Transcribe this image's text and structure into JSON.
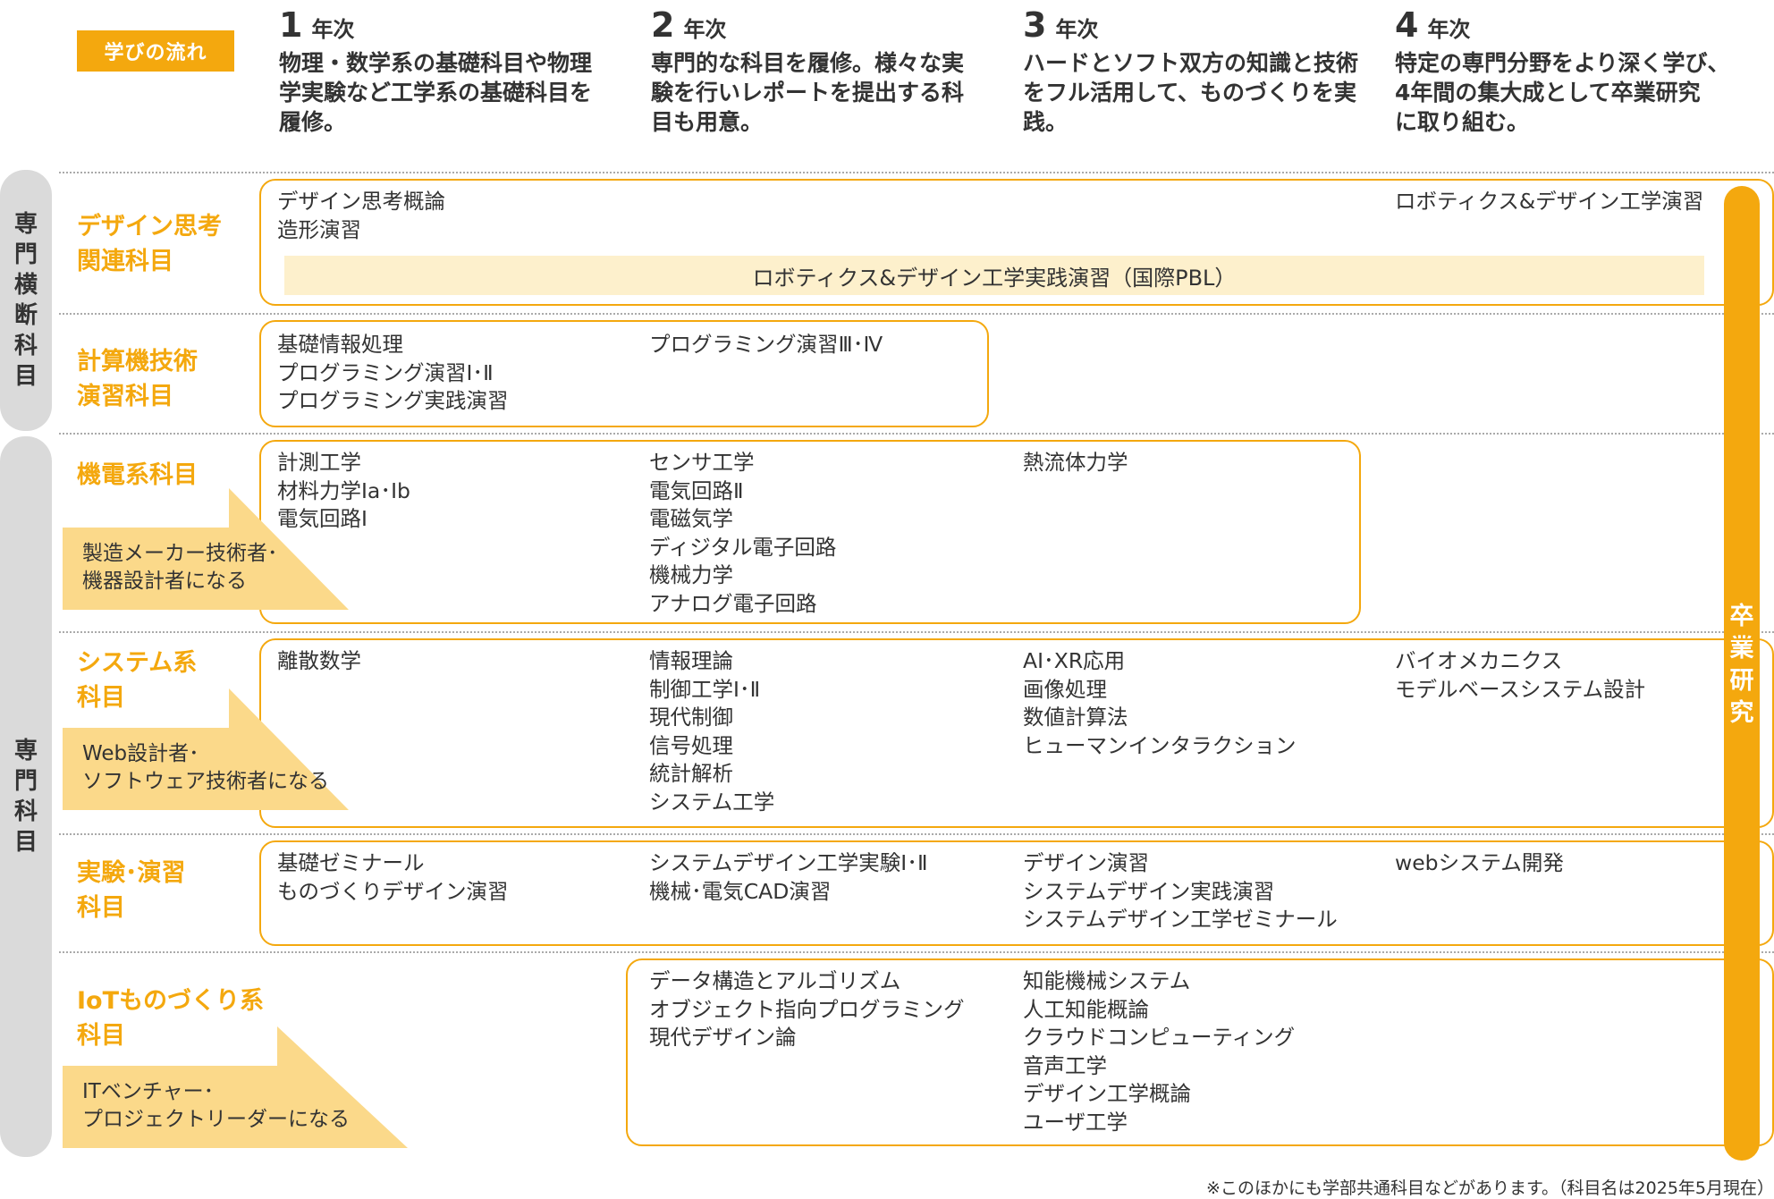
{
  "badge": "学びの流れ",
  "years": [
    {
      "num": "1",
      "label": "年次",
      "lines": [
        "物理・数学系の基礎科目や物理",
        "学実験など工学系の基礎科目を",
        "履修。"
      ]
    },
    {
      "num": "2",
      "label": "年次",
      "lines": [
        "専門的な科目を履修。様々な実",
        "験を行いレポートを提出する科",
        "目も用意。"
      ]
    },
    {
      "num": "3",
      "label": "年次",
      "lines": [
        "ハードとソフト双方の知識と技術",
        "をフル活用して、ものづくりを実践。"
      ]
    },
    {
      "num": "4",
      "label": "年次",
      "lines": [
        "特定の専門分野をより深く学び、",
        "4年間の集大成として卒業研究",
        "に取り組む。"
      ]
    }
  ],
  "groups": {
    "cross": [
      "専",
      "門",
      "横",
      "断",
      "科",
      "目"
    ],
    "specialized": [
      "専",
      "門",
      "科",
      "目"
    ]
  },
  "rows": {
    "design": {
      "label": [
        "デザイン思考",
        "関連科目"
      ],
      "y1": [
        "デザイン思考概論",
        "造形演習"
      ],
      "y4": [
        "ロボティクス&デザイン工学演習"
      ],
      "band": "ロボティクス&デザイン工学実践演習（国際PBL）"
    },
    "computing": {
      "label": [
        "計算機技術",
        "演習科目"
      ],
      "y1": [
        "基礎情報処理",
        "プログラミング演習Ⅰ･Ⅱ",
        "プログラミング実践演習"
      ],
      "y2": [
        "プログラミング演習Ⅲ･Ⅳ"
      ]
    },
    "mech": {
      "label": [
        "機電系科目"
      ],
      "career": [
        "製造メーカー技術者･",
        "機器設計者になる"
      ],
      "y1": [
        "計測工学",
        "材料力学Ⅰa･Ⅰb",
        "電気回路Ⅰ"
      ],
      "y2": [
        "センサ工学",
        "電気回路Ⅱ",
        "電磁気学",
        "ディジタル電子回路",
        "機械力学",
        "アナログ電子回路"
      ],
      "y3": [
        "熱流体力学"
      ]
    },
    "system": {
      "label": [
        "システム系",
        "科目"
      ],
      "career": [
        "Web設計者･",
        "ソフトウェア技術者になる"
      ],
      "y1": [
        "離散数学"
      ],
      "y2": [
        "情報理論",
        "制御工学Ⅰ･Ⅱ",
        "現代制御",
        "信号処理",
        "統計解析",
        "システム工学"
      ],
      "y3": [
        "AI･XR応用",
        "画像処理",
        "数値計算法",
        "ヒューマンインタラクション"
      ],
      "y4": [
        "バイオメカニクス",
        "モデルベースシステム設計"
      ]
    },
    "lab": {
      "label": [
        "実験･演習",
        "科目"
      ],
      "y1": [
        "基礎ゼミナール",
        "ものづくりデザイン演習"
      ],
      "y2": [
        "システムデザイン工学実験Ⅰ･Ⅱ",
        "機械･電気CAD演習"
      ],
      "y3": [
        "デザイン演習",
        "システムデザイン実践演習",
        "システムデザイン工学ゼミナール"
      ],
      "y4": [
        "webシステム開発"
      ]
    },
    "iot": {
      "label": [
        "IoTものづくり系",
        "科目"
      ],
      "career": [
        "ITベンチャー･",
        "プロジェクトリーダーになる"
      ],
      "y2": [
        "データ構造とアルゴリズム",
        "オブジェクト指向プログラミング",
        "現代デザイン論"
      ],
      "y3": [
        "知能機械システム",
        "人工知能概論",
        "クラウドコンピューティング",
        "音声工学",
        "デザイン工学概論",
        "ユーザ工学"
      ]
    }
  },
  "thesis": [
    "卒",
    "業",
    "研",
    "究"
  ],
  "footnote": "※このほかにも学部共通科目などがあります。（科目名は2025年5月現在）",
  "colors": {
    "accent": "#f4a80e",
    "band": "#fdf0cc",
    "career": "#fbd98a",
    "pill": "#dadada"
  }
}
